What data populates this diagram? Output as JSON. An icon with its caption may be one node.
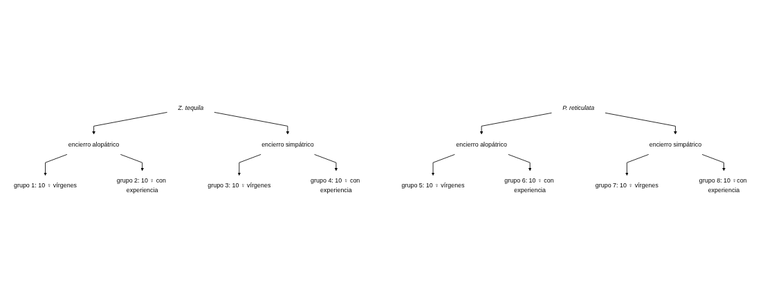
{
  "diagram": {
    "nodes": [
      {
        "text": [
          "Z. tequila"
        ]
      },
      {
        "text": [
          "P. reticulata"
        ]
      },
      {
        "text": [
          "encierro alopátrico"
        ]
      },
      {
        "text": [
          "encierro simpátrico"
        ]
      },
      {
        "text": [
          "encierro alopátrico"
        ]
      },
      {
        "text": [
          "encierro simpátrico"
        ]
      },
      {
        "text": [
          "grupo 1: 10 ♀ vírgenes"
        ]
      },
      {
        "text": [
          "grupo 2: 10 ♀ con experiencia"
        ]
      },
      {
        "text": [
          "grupo 3: 10 ♀ vírgenes"
        ]
      },
      {
        "text": [
          "grupo 4: 10 ♀ con experiencia"
        ]
      },
      {
        "text": [
          "grupo 5: 10 ♀ vírgenes"
        ]
      },
      {
        "text": [
          "grupo 6: 10 ♀ con experiencia"
        ]
      },
      {
        "text": [
          "grupo 7: 10 ♀ vírgenes"
        ]
      },
      {
        "text": [
          "grupo 8: 10 ♀con experiencia"
        ]
      }
    ],
    "edges": [
      {
        "from": 0,
        "to": 2,
        "arrow": "to"
      },
      {
        "from": 0,
        "to": 3,
        "arrow": "to"
      },
      {
        "from": 1,
        "to": 4,
        "arrow": "to"
      },
      {
        "from": 1,
        "to": 5,
        "arrow": "to"
      },
      {
        "from": 2,
        "to": 6,
        "arrow": "to"
      },
      {
        "from": 2,
        "to": 7,
        "arrow": "to"
      },
      {
        "from": 3,
        "to": 8,
        "arrow": "to"
      },
      {
        "from": 3,
        "to": 9,
        "arrow": "to"
      },
      {
        "from": 4,
        "to": 10,
        "arrow": "to"
      },
      {
        "from": 4,
        "to": 11,
        "arrow": "to"
      },
      {
        "from": 5,
        "to": 12,
        "arrow": "to"
      },
      {
        "from": 5,
        "to": 13,
        "arrow": "to"
      }
    ]
  }
}
